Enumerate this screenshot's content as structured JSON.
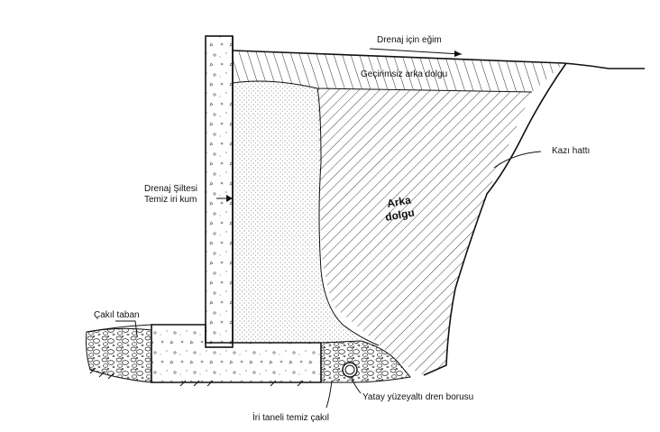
{
  "labels": {
    "drain_slope": "Drenaj için eğim",
    "impervious_backfill": "Geçirimsiz arka dolgu",
    "excavation_line": "Kazı hattı",
    "drain_layer_line1": "Drenaj Şiltesi",
    "drain_layer_line2": "Temiz iri kum",
    "backfill_line1": "Arka",
    "backfill_line2": "dolgu",
    "gravel_base": "Çakıl taban",
    "drain_pipe": "Yatay yüzeyaltı dren borusu",
    "coarse_gravel": "İri taneli  temiz çakıl"
  },
  "colors": {
    "ink": "#111111",
    "paper": "#ffffff",
    "sand": "#f2f2f2"
  }
}
